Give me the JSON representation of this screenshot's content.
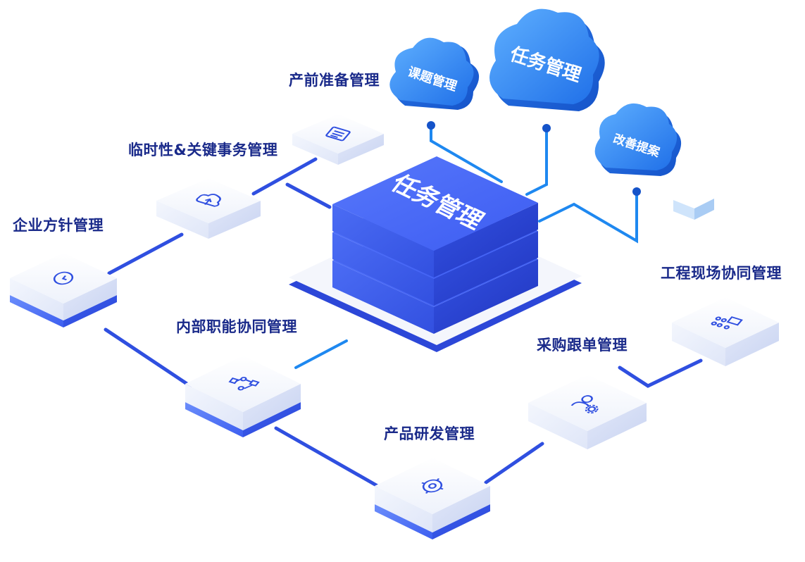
{
  "diagram": {
    "center": {
      "label": "任务管理"
    },
    "clouds": [
      {
        "label": "课题管理"
      },
      {
        "label": "任务管理"
      },
      {
        "label": "改善提案"
      }
    ],
    "modules": [
      {
        "label": "产前准备管理",
        "icon": "document-list-icon"
      },
      {
        "label": "临时性&关键事务管理",
        "icon": "cloud-upload-icon"
      },
      {
        "label": "企业方针管理",
        "icon": "clock-icon"
      },
      {
        "label": "内部职能协同管理",
        "icon": "workflow-icon"
      },
      {
        "label": "产品研发管理",
        "icon": "target-gear-icon"
      },
      {
        "label": "采购跟单管理",
        "icon": "user-gear-icon"
      },
      {
        "label": "工程现场协同管理",
        "icon": "site-team-icon"
      }
    ],
    "colors": {
      "label": "#1a2a8a",
      "line": "#2f4fe0",
      "accent_line": "#1e88f0",
      "stack_top": "#4a6cf6",
      "cloud": "#2f8cf5"
    }
  }
}
